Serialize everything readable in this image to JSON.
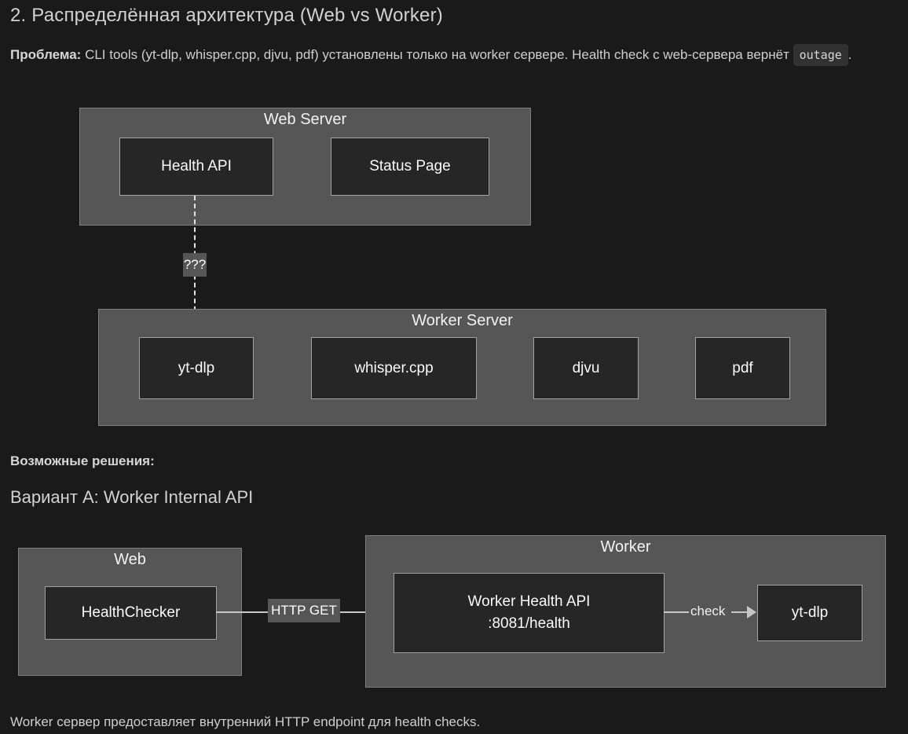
{
  "colors": {
    "background": "#1a1a1a",
    "cluster_fill": "#565656",
    "cluster_border": "#7e7e7e",
    "node_fill": "#262626",
    "node_border": "#a2a2a2",
    "edge": "#c8c8c8",
    "text": "#cfcfcf"
  },
  "header": {
    "title": "2. Распределённая архитектура (Web vs Worker)"
  },
  "problem": {
    "label": "Проблема:",
    "text": " CLI tools (yt-dlp, whisper.cpp, djvu, pdf) установлены только на worker сервере. Health check с web-сервера вернёт ",
    "code": "outage",
    "suffix": "."
  },
  "diagram_top": {
    "web_server": {
      "title": "Web Server",
      "health_api": "Health API",
      "status_page": "Status Page"
    },
    "edge_label": "???",
    "worker_server": {
      "title": "Worker Server",
      "tools": [
        "yt-dlp",
        "whisper.cpp",
        "djvu",
        "pdf"
      ]
    }
  },
  "solutions": {
    "heading": "Возможные решения:",
    "variant_a_heading": "Вариант A: Worker Internal API"
  },
  "diagram_variant_a": {
    "web": {
      "title": "Web",
      "node": "HealthChecker"
    },
    "http_edge_label": "HTTP GET",
    "worker": {
      "title": "Worker",
      "api_line1": "Worker Health API",
      "api_line2": ":8081/health",
      "check_label": "check",
      "tool": "yt-dlp"
    }
  },
  "footer": {
    "text": "Worker сервер предоставляет внутренний HTTP endpoint для health checks."
  }
}
